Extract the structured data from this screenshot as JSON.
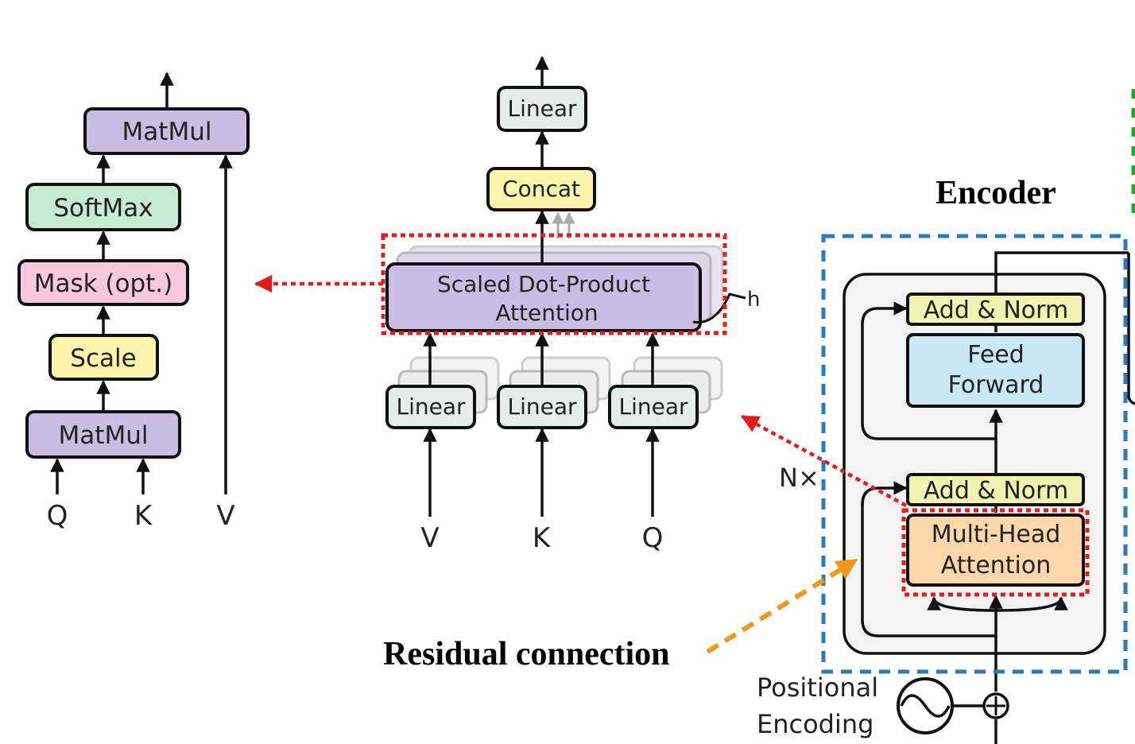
{
  "sdpa": {
    "matmul_top": "MatMul",
    "softmax": "SoftMax",
    "mask": "Mask (opt.)",
    "scale": "Scale",
    "matmul_bottom": "MatMul",
    "q": "Q",
    "k": "K",
    "v": "V"
  },
  "mha": {
    "linear_out": "Linear",
    "concat": "Concat",
    "sdpa_line1": "Scaled Dot-Product",
    "sdpa_line2": "Attention",
    "h": "h",
    "linear_v": "Linear",
    "linear_k": "Linear",
    "linear_q": "Linear",
    "v": "V",
    "k": "K",
    "q": "Q"
  },
  "encoder": {
    "title": "Encoder",
    "add_norm_top": "Add & Norm",
    "ff_line1": "Feed",
    "ff_line2": "Forward",
    "add_norm_bottom": "Add & Norm",
    "mha_line1": "Multi-Head",
    "mha_line2": "Attention",
    "nx": "N×",
    "pe_line1": "Positional",
    "pe_line2": "Encoding"
  },
  "annotation": {
    "residual": "Residual connection"
  },
  "colors": {
    "purple": "#c9bde3",
    "green": "#c6ead2",
    "pink": "#f8c8dc",
    "yellow": "#fbf6ab",
    "gray_box": "#e6ece9",
    "blue": "#c8e8f6",
    "orange": "#fbd7ab",
    "add_norm": "#f2f4b4",
    "enc_bg": "#f3f3f3",
    "red_dash": "#e11d1d",
    "blue_dash": "#2a79c4",
    "orange_arrow": "#f2961c",
    "green_dash": "#2da02d"
  }
}
